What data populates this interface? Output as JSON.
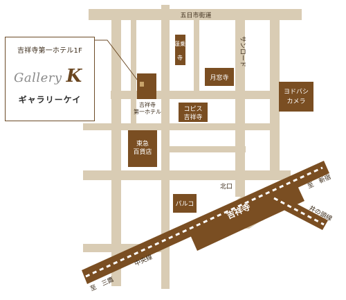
{
  "callout": {
    "location": "吉祥寺第一ホテル1F",
    "gallery_name_a": "Gallery",
    "gallery_name_k": "K",
    "gallery_kana": "ギャラリーケイ"
  },
  "roads": {
    "gokaichi": "五日市街道",
    "sunroad": "サンロード",
    "kitaguchi": "北口"
  },
  "buildings": {
    "hotel": [
      "吉祥寺",
      "第一ホテル"
    ],
    "tokyu": [
      "東急",
      "百貨店"
    ],
    "parco": "パルコ",
    "gesshinji": "月窓寺",
    "rengeji": [
      "蓮乗",
      "寺"
    ],
    "copis": [
      "コピス",
      "吉祥寺"
    ],
    "yodobashi": [
      "ヨドバシ",
      "カメラ"
    ]
  },
  "rail": {
    "station": "吉祥寺",
    "chuo": "中央線",
    "to_mitaka": "至　三鷹",
    "to_shinjuku": "至　新宿",
    "inokashira": "井の頭線"
  },
  "colors": {
    "road": "#d9ccb4",
    "building": "#7a4e22",
    "rail": "#7a4e22",
    "text_dark": "#3a2a18",
    "label_white": "#ffffff"
  }
}
